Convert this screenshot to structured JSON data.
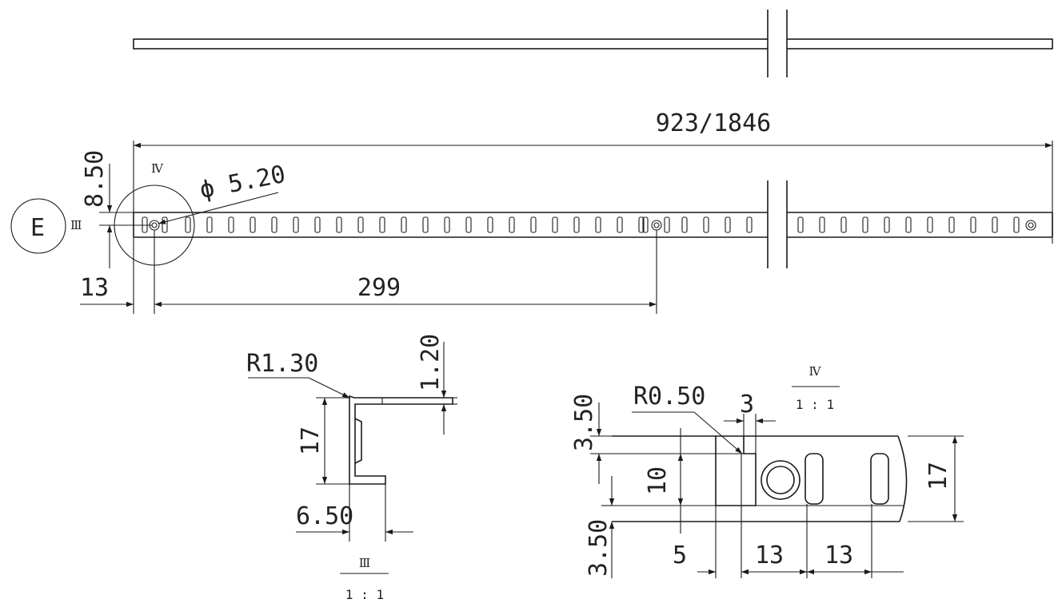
{
  "drawing": {
    "overall_length_label": "923/1846",
    "hole_diameter_label": "ϕ 5.20",
    "edge_offset_label": "8.50",
    "end_offset_label": "13",
    "hole_spacing_label": "299",
    "detail_iv_marker": "Ⅳ",
    "detail_iii_marker": "Ⅲ",
    "detail_iii_box_letter": "E"
  },
  "detail_iii": {
    "radius_label": "R1.30",
    "thickness_label": "1.20",
    "height_label": "17",
    "flange_label": "6.50",
    "view_marker": "Ⅲ",
    "scale_label": "1 : 1"
  },
  "detail_iv": {
    "view_marker": "Ⅳ",
    "scale_label": "1 : 1",
    "radius_label": "R0.50",
    "slot_width_label": "3",
    "top_margin_label": "3.50",
    "bottom_margin_label": "3.50",
    "slot_length_label": "10",
    "height_label": "17",
    "hole_offset_label": "5",
    "pitch_1_label": "13",
    "pitch_2_label": "13"
  }
}
